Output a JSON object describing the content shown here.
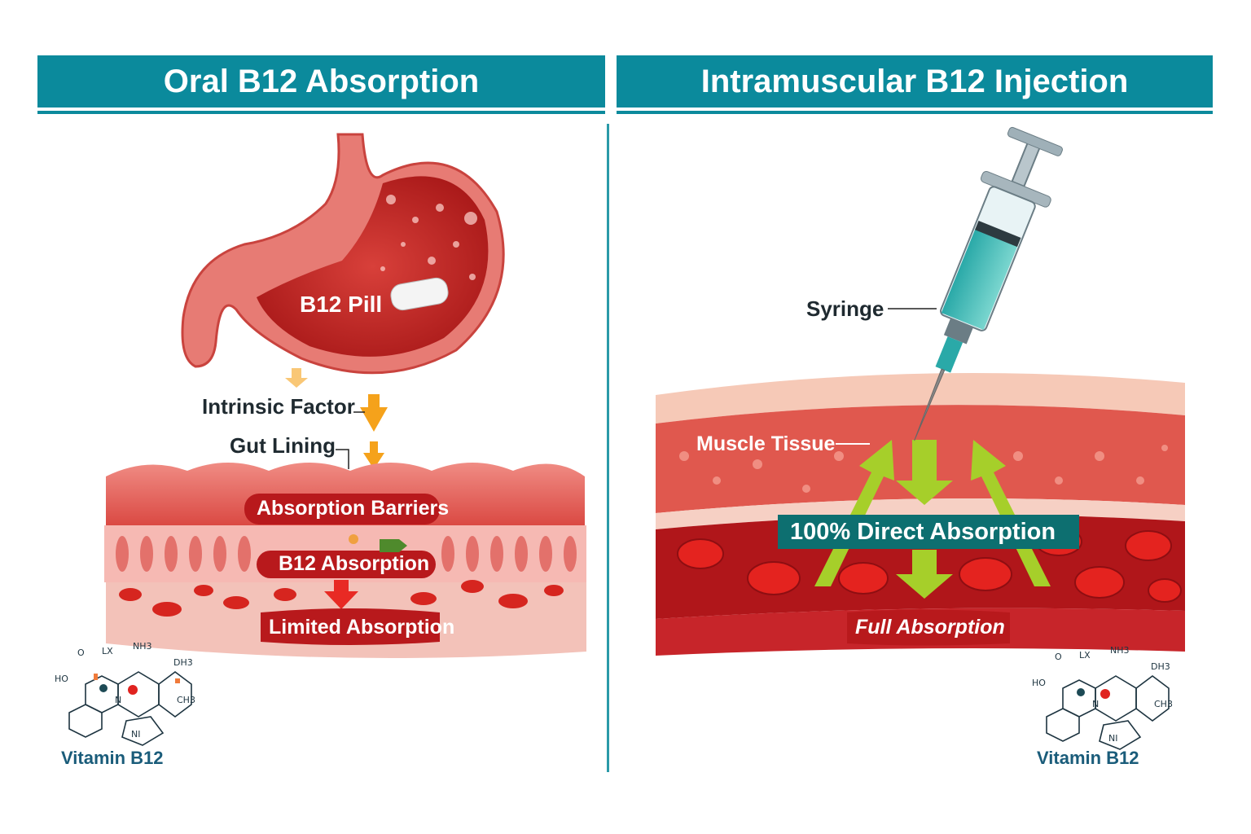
{
  "left_panel": {
    "title": "Oral B12 Absorption",
    "labels": {
      "pill": "B12 Pill",
      "intrinsic_factor": "Intrinsic Factor",
      "gut_lining": "Gut Lining",
      "barriers": "Absorption Barriers",
      "b12_absorption": "B12 Absorption",
      "limited": "Limited Absorption"
    },
    "molecule_caption": "Vitamin B12"
  },
  "right_panel": {
    "title": "Intramuscular B12 Injection",
    "labels": {
      "syringe": "Syringe",
      "muscle": "Muscle Tissue",
      "direct": "100% Direct Absorption",
      "full": "Full Absorption"
    },
    "molecule_caption": "Vitamin B12"
  },
  "molecule_atoms": [
    "O",
    "LX",
    "NH3",
    "DH3",
    "HO",
    "CH3",
    "N",
    "NI"
  ],
  "colors": {
    "header": "#0b8a9c",
    "tissue": "#d9453f",
    "arrow_orange": "#f5a21b",
    "arrow_green": "#a6cf2a",
    "caption": "#1a5c7a"
  }
}
